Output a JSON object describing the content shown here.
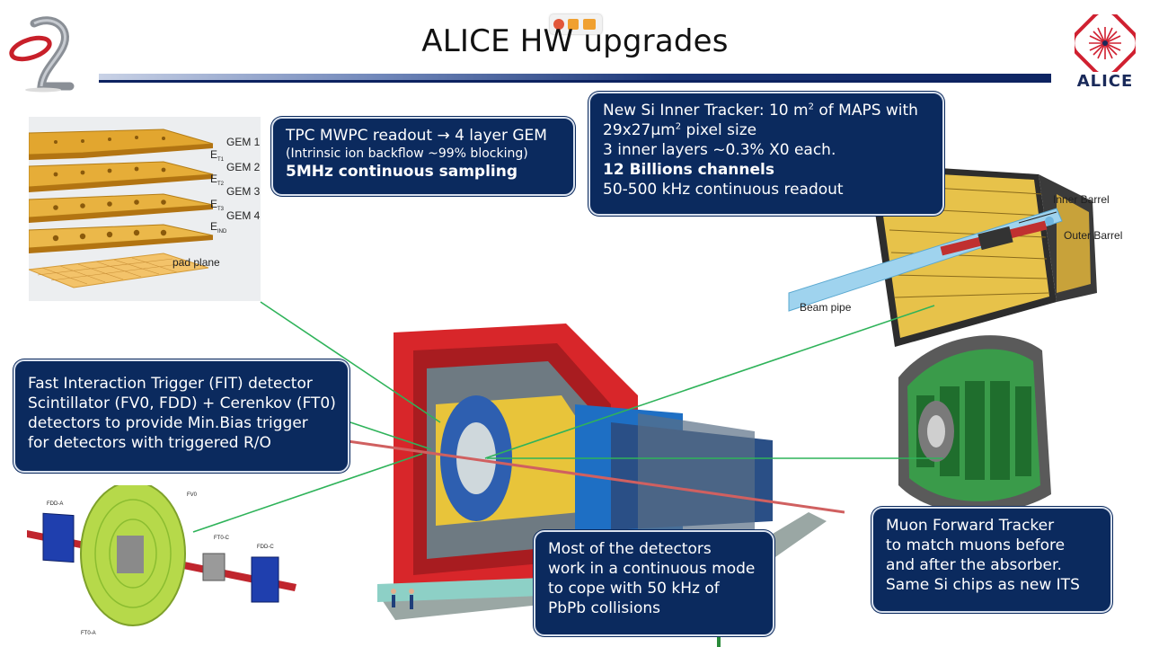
{
  "slide": {
    "title": "ALICE HW upgrades",
    "alice_logo_text": "ALICE"
  },
  "tpc_box": {
    "line1": "TPC MWPC readout → 4 layer GEM",
    "line2": "(Intrinsic ion backflow ~99% blocking)",
    "line3": "5MHz continuous sampling"
  },
  "its_box": {
    "line1_pre": "New Si Inner Tracker: 10 m",
    "line1_sup": "2",
    "line1_post": " of MAPS with",
    "line2_pre": "29x27μm",
    "line2_sup": "2",
    "line2_post": " pixel size",
    "line3": "3 inner layers ~0.3% X0 each.",
    "line4": "12 Billions channels",
    "line5": "50-500 kHz continuous readout"
  },
  "fit_box": {
    "line1": "Fast Interaction Trigger (FIT) detector",
    "line2": "Scintillator (FV0, FDD) + Cerenkov (FT0)",
    "line3": "detectors to provide Min.Bias trigger",
    "line4": "for detectors with triggered R/O"
  },
  "detectors_box": {
    "line1": "Most of the detectors",
    "line2": "work in a continuous mode",
    "line3": "to cope with 50 kHz of",
    "line4": "PbPb collisions"
  },
  "mft_box": {
    "line1": "Muon Forward Tracker",
    "line2": "to match muons before",
    "line3": "and after the absorber.",
    "line4": "Same Si chips as new ITS"
  },
  "gem_figure": {
    "labels": [
      "GEM 1",
      "GEM 2",
      "GEM 3",
      "GEM 4",
      "pad plane"
    ],
    "gap_labels": [
      "E",
      "E",
      "E",
      "E"
    ],
    "gap_subs": [
      "T1",
      "T2",
      "T3",
      "IND"
    ]
  },
  "its_figure": {
    "inner_barrel": "Inner Barrel",
    "outer_barrel": "Outer Barrel",
    "beam_pipe": "Beam pipe"
  },
  "fit_figure": {
    "fdd_a": "FDD-A",
    "fv0": "FV0",
    "ft0_c": "FT0-C",
    "fdd_c": "FDD-C",
    "ft0_a": "FT0-A"
  },
  "colors": {
    "box_bg": "#0b2a5e",
    "box_border": "#d9e1ee",
    "connector": "#2fb35a",
    "rule": "#0d2360"
  }
}
